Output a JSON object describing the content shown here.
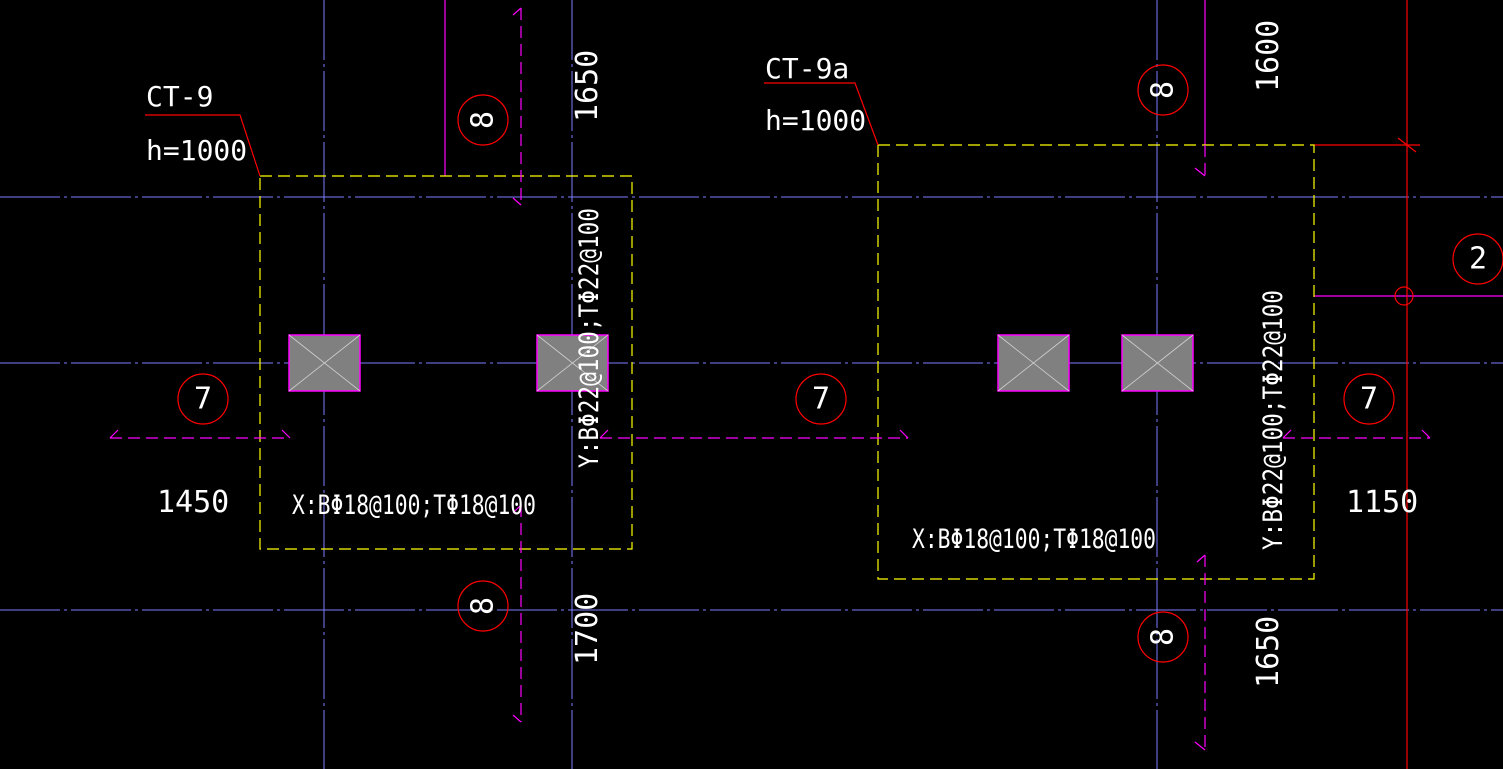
{
  "colors": {
    "background": "#000000",
    "axis": "#7b7bff",
    "outline": "#ffff00",
    "section": "#ff00ff",
    "bubble": "#ff0000",
    "text": "#ffffff",
    "pile_fill": "#808080",
    "pile_edge": "#ff00ff"
  },
  "caps": [
    {
      "tag": "CT-9",
      "height": "h=1000",
      "reinf_x": "X:BΦ18@100;TΦ18@100",
      "reinf_y": "Y:BΦ22@100;TΦ22@100"
    },
    {
      "tag": "CT-9a",
      "height": "h=1000",
      "reinf_x": "X:BΦ18@100;TΦ18@100",
      "reinf_y": "Y:BΦ22@100;TΦ22@100"
    }
  ],
  "section_marks": [
    "8",
    "8",
    "8",
    "8",
    "7",
    "7",
    "7"
  ],
  "axis_bubble": "2",
  "dimensions": [
    "1650",
    "1600",
    "1700",
    "1650",
    "1450",
    "1150"
  ]
}
